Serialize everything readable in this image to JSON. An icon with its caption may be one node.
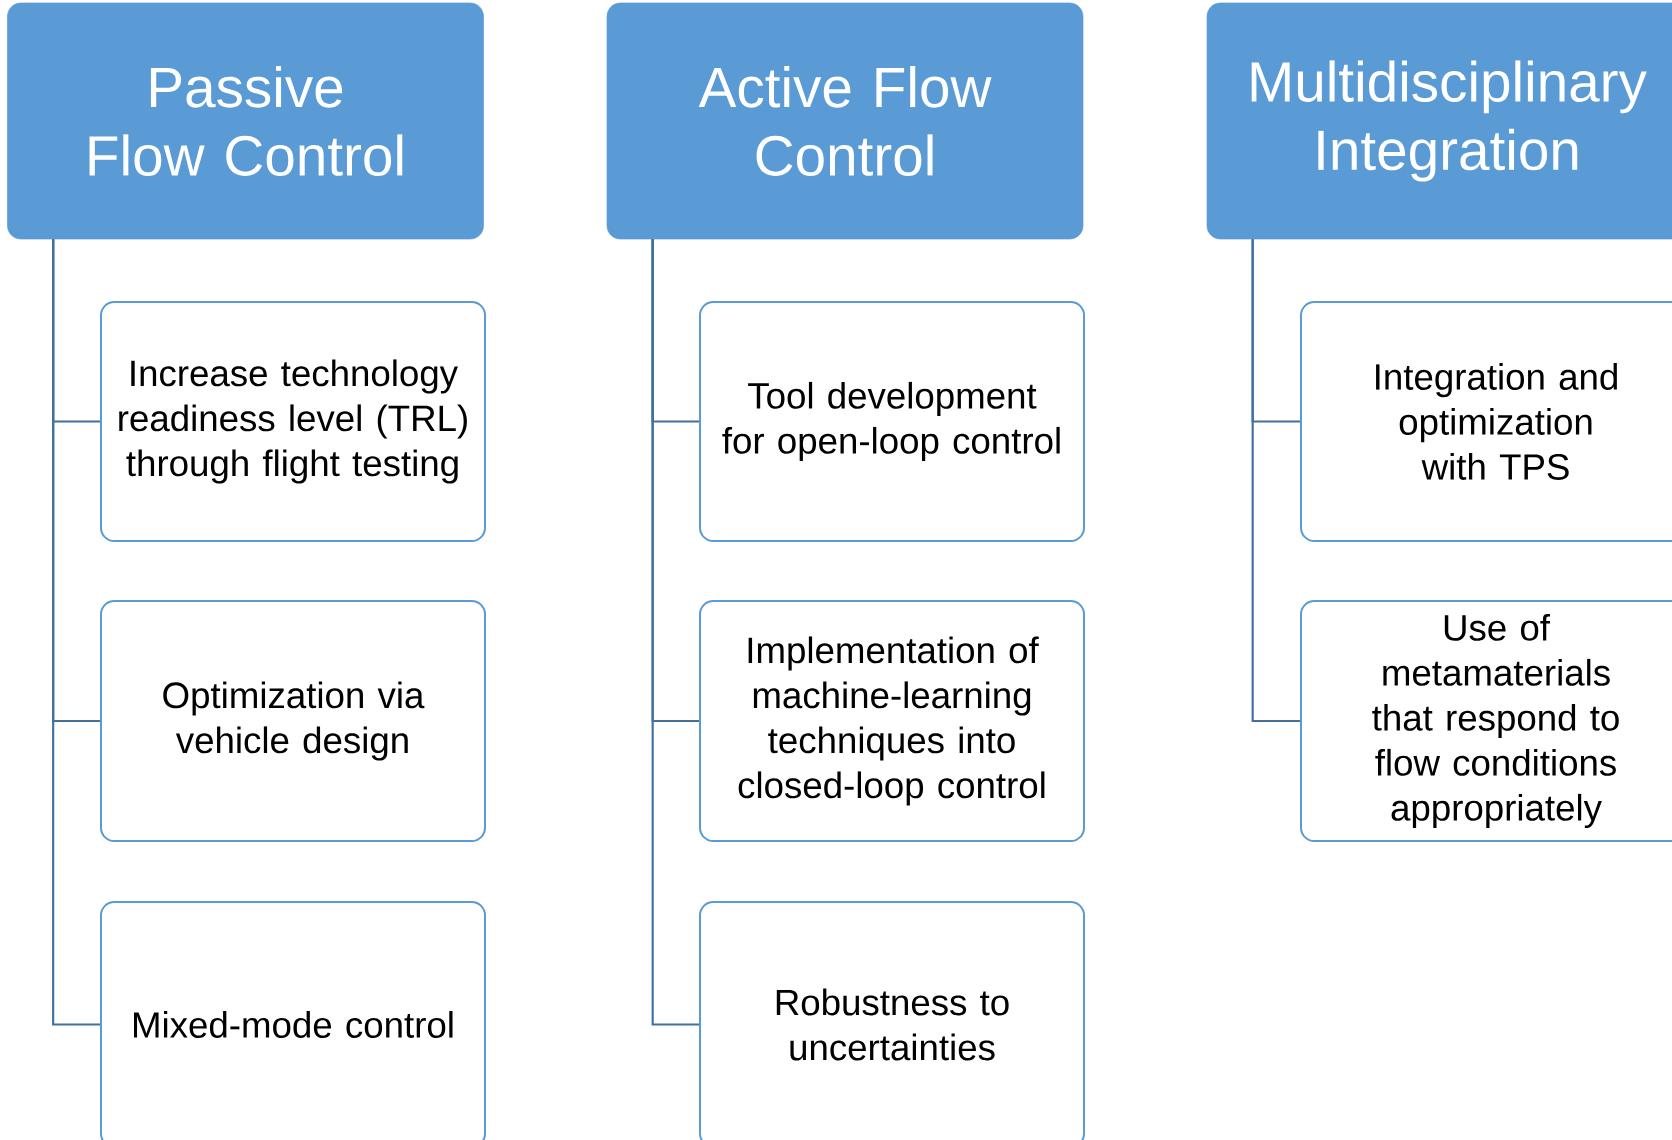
{
  "diagram": {
    "nodes": [
      {
        "text": [
          "Passive Flow Control"
        ]
      },
      {
        "text": [
          "Increase technology readiness level (TRL) through flight testing"
        ]
      },
      {
        "text": [
          "Optimization via vehicle design"
        ]
      },
      {
        "text": [
          "Mixed-mode control"
        ]
      },
      {
        "text": [
          "Active Flow Control"
        ]
      },
      {
        "text": [
          "Tool development for open-loop control"
        ]
      },
      {
        "text": [
          "Implementation of machine-learning techniques into closed-loop control"
        ]
      },
      {
        "text": [
          "Robustness to uncertainties"
        ]
      },
      {
        "text": [
          "Multidisciplinary Integration"
        ]
      },
      {
        "text": [
          "Integration and optimization with TPS"
        ]
      },
      {
        "text": [
          "Use of metamaterials that respond to flow conditions appropriately"
        ]
      }
    ],
    "edges": [
      {
        "from": 0,
        "to": 1,
        "arrow": "none"
      },
      {
        "from": 0,
        "to": 2,
        "arrow": "none"
      },
      {
        "from": 0,
        "to": 3,
        "arrow": "none"
      },
      {
        "from": 4,
        "to": 5,
        "arrow": "none"
      },
      {
        "from": 4,
        "to": 6,
        "arrow": "none"
      },
      {
        "from": 4,
        "to": 7,
        "arrow": "none"
      },
      {
        "from": 8,
        "to": 9,
        "arrow": "none"
      },
      {
        "from": 8,
        "to": 10,
        "arrow": "none"
      }
    ]
  }
}
